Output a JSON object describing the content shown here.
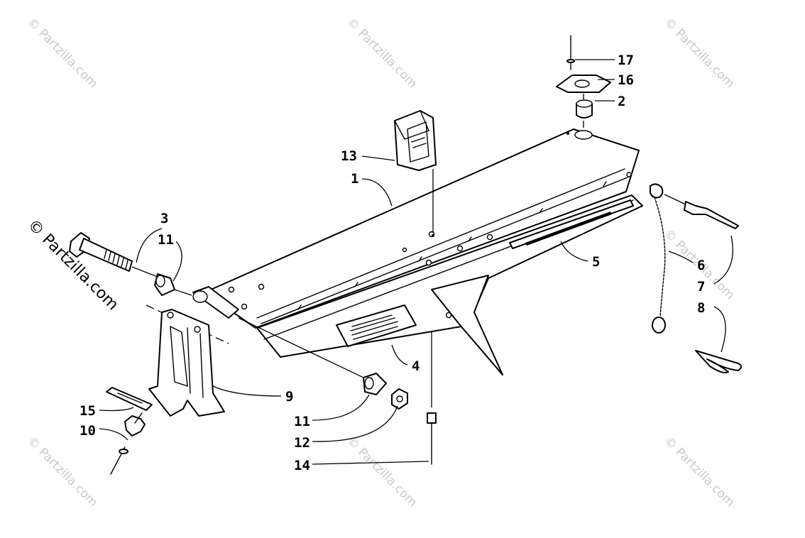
{
  "watermark": {
    "text": "© Partzilla.com",
    "side_text": "© Partzilla.com"
  },
  "callouts": [
    "17",
    "16",
    "2",
    "13",
    "1",
    "3",
    "11",
    "5",
    "6",
    "7",
    "8",
    "9",
    "4",
    "15",
    "10",
    "11",
    "12",
    "14"
  ]
}
